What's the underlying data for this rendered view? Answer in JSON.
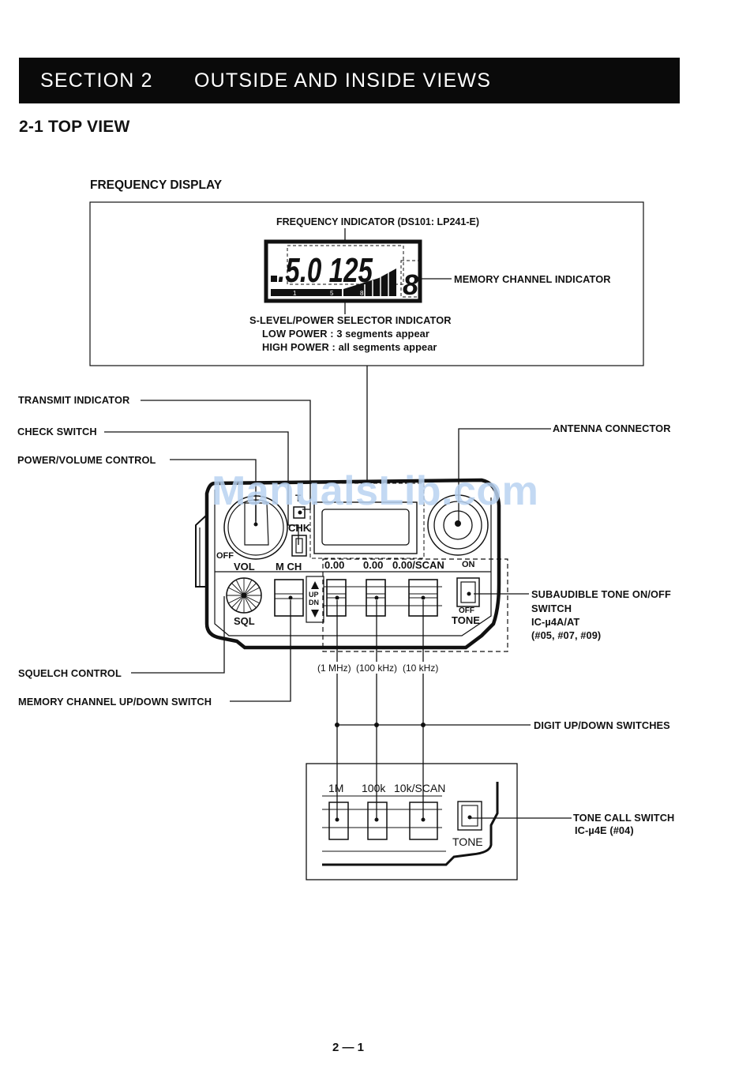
{
  "header": {
    "section_label": "SECTION  2",
    "section_title": "OUTSIDE AND INSIDE VIEWS"
  },
  "subsection": {
    "title": "2-1  TOP VIEW"
  },
  "frequency_display": {
    "heading": "FREQUENCY DISPLAY",
    "frequency_indicator_label": "FREQUENCY INDICATOR (DS101: LP241-E)",
    "lcd_digits": ".5.0 125",
    "memory_channel_digit": "8",
    "s_meter_ticks": [
      "1",
      "5",
      "8"
    ],
    "memory_channel_indicator_label": "MEMORY CHANNEL INDICATOR",
    "s_level_label": "S-LEVEL/POWER SELECTOR INDICATOR",
    "low_power_line": "LOW POWER  : 3 segments appear",
    "high_power_line": "HIGH POWER : all segments appear"
  },
  "callouts_left": {
    "transmit_indicator": "TRANSMIT INDICATOR",
    "check_switch": "CHECK SWITCH",
    "power_volume_control": "POWER/VOLUME CONTROL",
    "squelch_control": "SQUELCH CONTROL",
    "memory_channel_updown": "MEMORY CHANNEL UP/DOWN SWITCH"
  },
  "callouts_right": {
    "antenna_connector": "ANTENNA CONNECTOR",
    "subaudible_line1": "SUBAUDIBLE TONE ON/OFF",
    "subaudible_line2": "SWITCH",
    "subaudible_line3": "IC-µ4A/AT",
    "subaudible_line4": "(#05, #07, #09)",
    "digit_updown": "DIGIT UP/DOWN SWITCHES",
    "tone_call_line1": "TONE CALL SWITCH",
    "tone_call_line2": "IC-µ4E (#04)"
  },
  "radio_panel": {
    "t_label": "T",
    "chk_label": "CHK",
    "off_label": "OFF",
    "vol_label": "VOL",
    "mch_label": "M CH",
    "sql_label": "SQL",
    "up_label": "UP",
    "dn_label": "DN",
    "digit_labels": [
      "0.00",
      "0.00",
      "0.00/SCAN"
    ],
    "on_label": "ON",
    "tone_off_label": "OFF",
    "tone_label": "TONE"
  },
  "step_labels": [
    "(1 MHz)",
    "(100 kHz)",
    "(10 kHz)"
  ],
  "inset_panel": {
    "labels": [
      "1M",
      "100k",
      "10k/SCAN"
    ],
    "tone_label": "TONE"
  },
  "watermark": "ManualsLib.com",
  "page_number": "2 — 1"
}
